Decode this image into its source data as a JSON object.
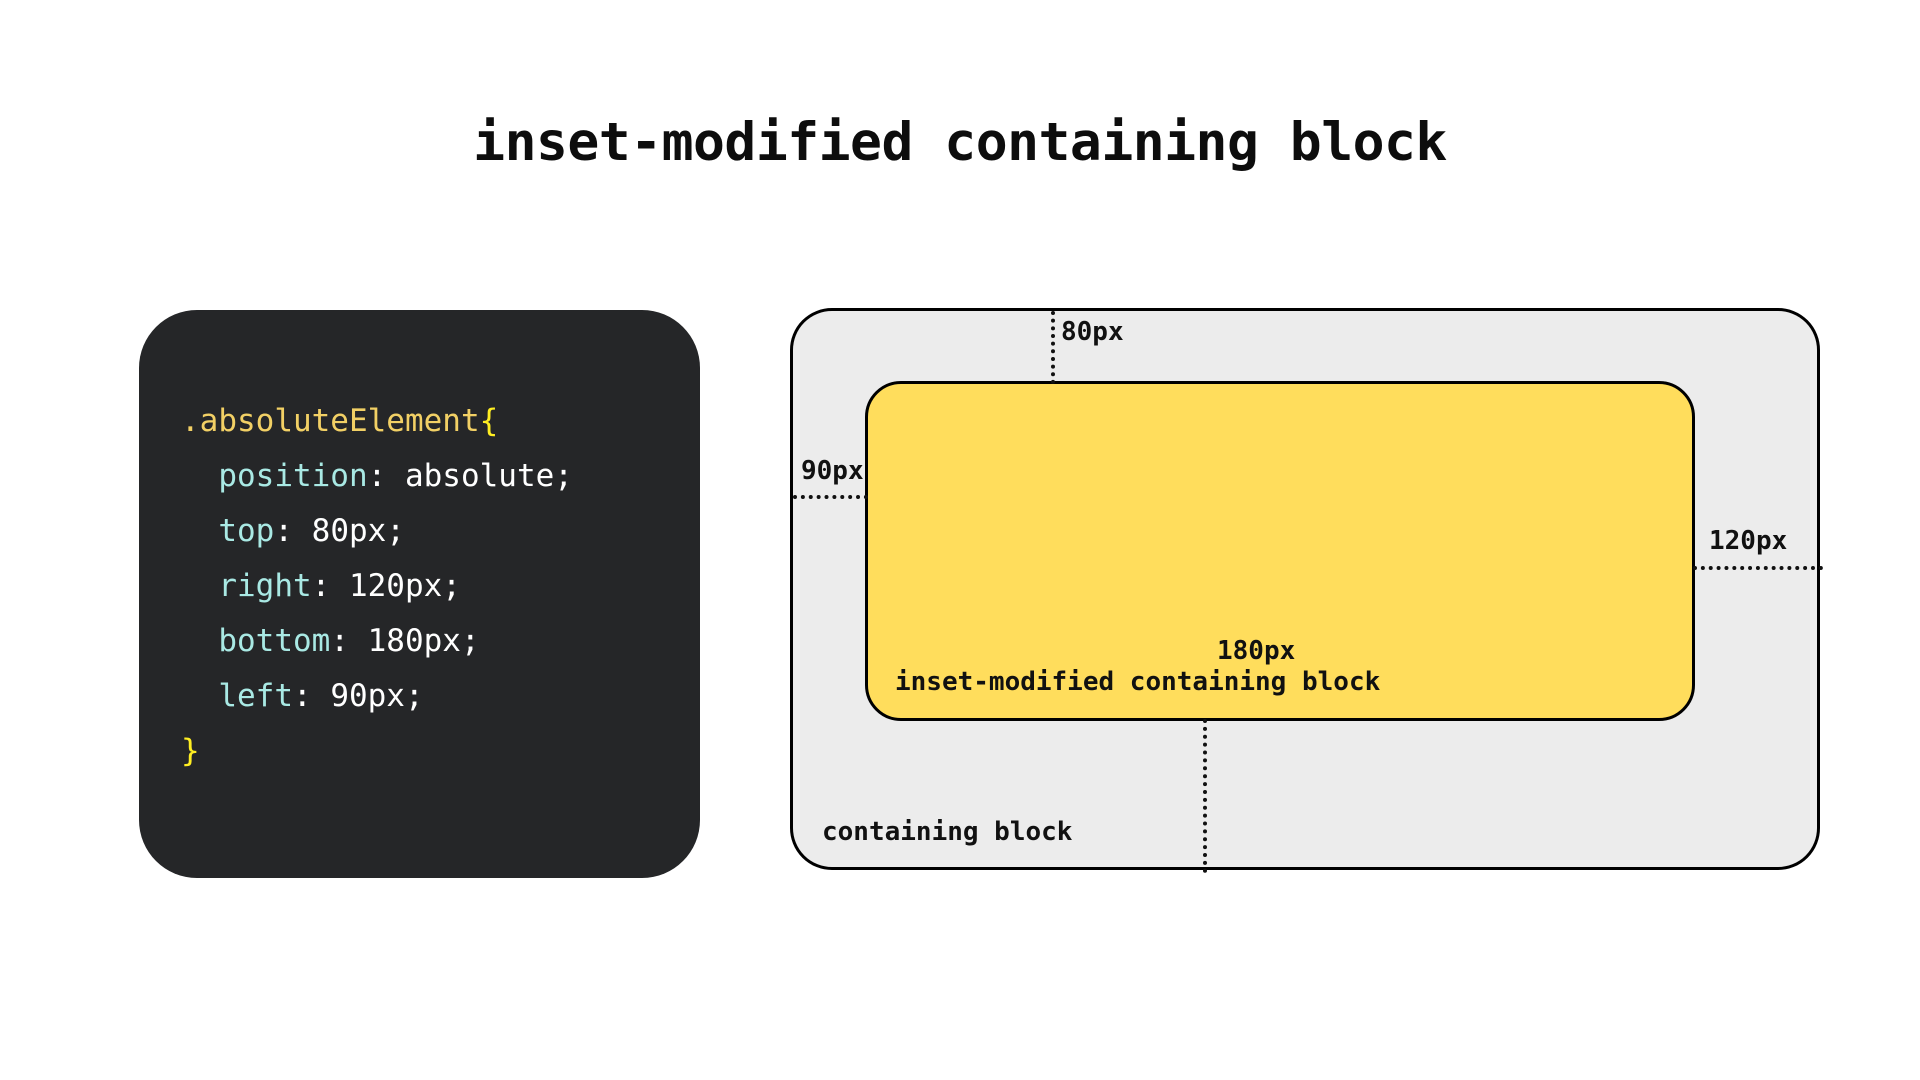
{
  "title": "inset-modified containing block",
  "code_panel": {
    "background_color": "#252628",
    "lines": [
      {
        "selector": ".absoluteElement",
        "brace": "{"
      },
      {
        "indent": "  ",
        "prop": "position",
        "colon": ": ",
        "value": "absolute;"
      },
      {
        "indent": "  ",
        "prop": "top",
        "colon": ": ",
        "value": "80px;"
      },
      {
        "indent": "  ",
        "prop": "right",
        "colon": ": ",
        "value": "120px;"
      },
      {
        "indent": "  ",
        "prop": "bottom",
        "colon": ": ",
        "value": "180px;"
      },
      {
        "indent": "  ",
        "prop": "left",
        "colon": ": ",
        "value": "90px;"
      },
      {
        "close_brace": "}"
      }
    ],
    "colors": {
      "selector": "#f2d065",
      "brace": "#ffee22",
      "property": "#a9e9e4",
      "value": "#ffffff"
    }
  },
  "diagram": {
    "containing_block": {
      "label": "containing block",
      "fill": "#ececec",
      "stroke": "#000000"
    },
    "inset_modified_containing_block": {
      "label": "inset-modified containing block",
      "fill": "#ffdd5c",
      "stroke": "#000000"
    },
    "measurements": [
      {
        "name": "top",
        "label": "80px"
      },
      {
        "name": "left",
        "label": "90px"
      },
      {
        "name": "right",
        "label": "120px"
      },
      {
        "name": "bottom",
        "label": "180px"
      }
    ]
  }
}
